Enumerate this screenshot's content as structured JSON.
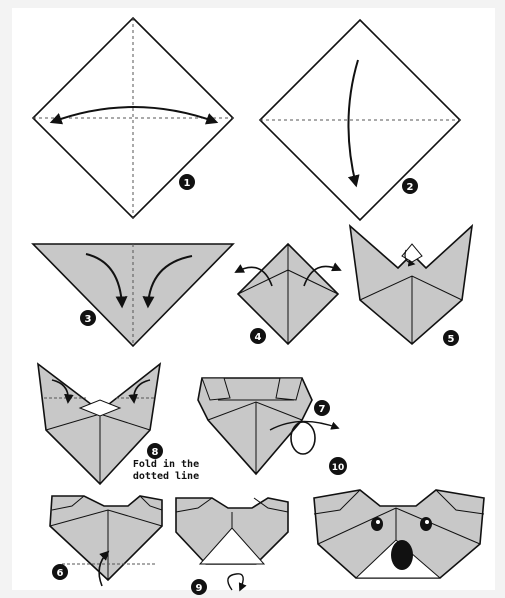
{
  "steps": [
    "1",
    "2",
    "3",
    "4",
    "5",
    "6",
    "7",
    "8",
    "9",
    "10"
  ],
  "caption": "Fold in the dotted line",
  "colors": {
    "paper_white": "#ffffff",
    "paper_gray": "#c8c8c8",
    "line": "#111111",
    "badge": "#111111",
    "badge_text": "#ffffff"
  },
  "icons": [
    "fold-arrow",
    "step-badge",
    "koala-eye",
    "koala-nose"
  ]
}
